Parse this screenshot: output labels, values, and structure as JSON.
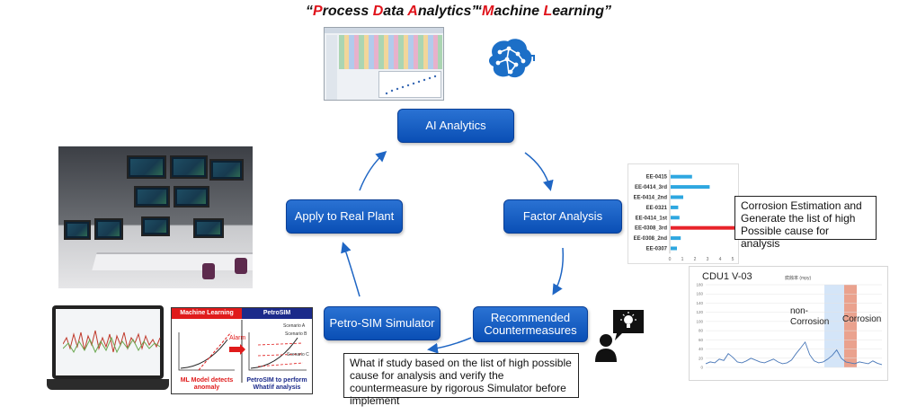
{
  "headings": {
    "pda_open": "“",
    "pda_p": "P",
    "pda_rest1": "rocess ",
    "pda_d": "D",
    "pda_rest2": "ata ",
    "pda_a": "A",
    "pda_rest3": "nalytics”",
    "ml_open": "“",
    "ml_m": "M",
    "ml_rest1": "achine ",
    "ml_l": "L",
    "ml_rest2": "earning”"
  },
  "cycle": {
    "ai_analytics": "AI Analytics",
    "factor_analysis": "Factor Analysis",
    "recommended_line1": "Recommended",
    "recommended_line2": "Countermeasures",
    "petro_sim": "Petro-SIM Simulator",
    "apply_plant": "Apply to Real Plant"
  },
  "callouts": {
    "corrosion": "Corrosion Estimation and Generate the list of high Possible cause for analysis",
    "whatif": "What if study based on the list of high possible cause for analysis and verify the countermeasure by rigorous Simulator before implement"
  },
  "panel": {
    "ml_header": "Machine Learning",
    "ps_header": "PetroSIM",
    "alarm": "Alarm",
    "scenario_a": "Scenario A",
    "scenario_b": "Scenario B",
    "scenario_c": "Scenario C",
    "ml_caption_1": "ML Model detects",
    "ml_caption_2": "anomaly",
    "ps_caption_1": "PetroSIM to perform",
    "ps_caption_2": "What/if analysis"
  },
  "colors": {
    "node_blue": "#1560c8",
    "highlight_red": "#e0131b",
    "bar_blue": "#2ea7e0",
    "bar_red": "#e8232a"
  },
  "chart_data": [
    {
      "type": "bar",
      "orientation": "horizontal",
      "categories": [
        "EE-0415",
        "EE-0414_3rd",
        "EE-0414_2nd",
        "EE-0321",
        "EE-0414_1st",
        "EE-0308_3rd",
        "EE-0308_2nd",
        "EE-0307"
      ],
      "values": [
        1.7,
        3.1,
        1.0,
        0.6,
        0.7,
        5.8,
        0.8,
        0.5
      ],
      "highlight_category": "EE-0308_3rd",
      "xlim": [
        0,
        5
      ],
      "xticks": [
        "0",
        "1",
        "2",
        "3",
        "4",
        "5"
      ]
    },
    {
      "type": "line",
      "title": "CDU1 V-03",
      "ylabel": "腐蝕率 (mpy)",
      "yticks": [
        "0",
        "20",
        "40",
        "60",
        "80",
        "100",
        "120",
        "140",
        "160",
        "180"
      ],
      "ylim": [
        0,
        180
      ],
      "regions": [
        {
          "label": "non-Corrosion",
          "color": "#cfe2f7"
        },
        {
          "label": "Corrosion",
          "color": "#e6927a"
        }
      ],
      "series": [
        {
          "values": [
            8,
            12,
            10,
            18,
            15,
            30,
            22,
            12,
            10,
            14,
            20,
            16,
            12,
            10,
            14,
            18,
            12,
            8,
            10,
            16,
            30,
            42,
            55,
            28,
            14,
            10,
            12,
            18,
            26,
            38,
            20,
            12,
            10,
            8,
            12,
            10,
            8,
            14,
            9,
            6
          ]
        }
      ]
    }
  ]
}
